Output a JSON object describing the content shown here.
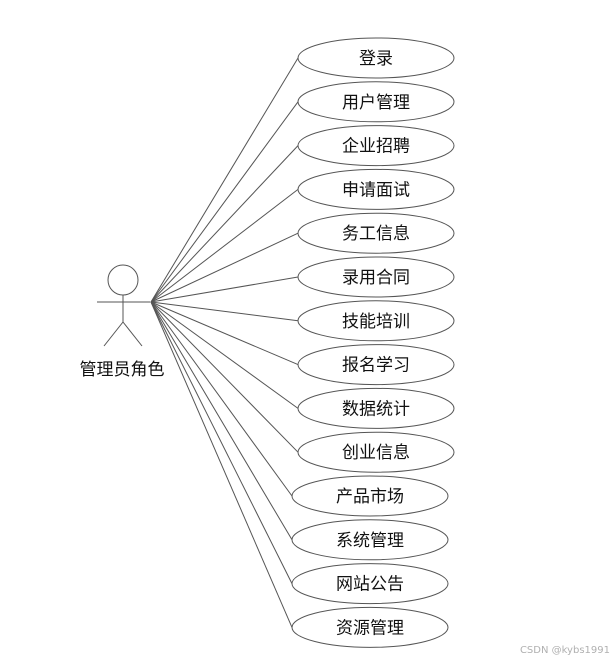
{
  "actor": {
    "label": "管理员角色"
  },
  "use_cases": [
    "登录",
    "用户管理",
    "企业招聘",
    "申请面试",
    "务工信息",
    "录用合同",
    "技能培训",
    "报名学习",
    "数据统计",
    "创业信息",
    "产品市场",
    "系统管理",
    "网站公告",
    "资源管理"
  ],
  "watermark": "CSDN @kybs1991",
  "colors": {
    "line": "#555555",
    "text": "#111111",
    "ellipse_fill": "#ffffff"
  }
}
